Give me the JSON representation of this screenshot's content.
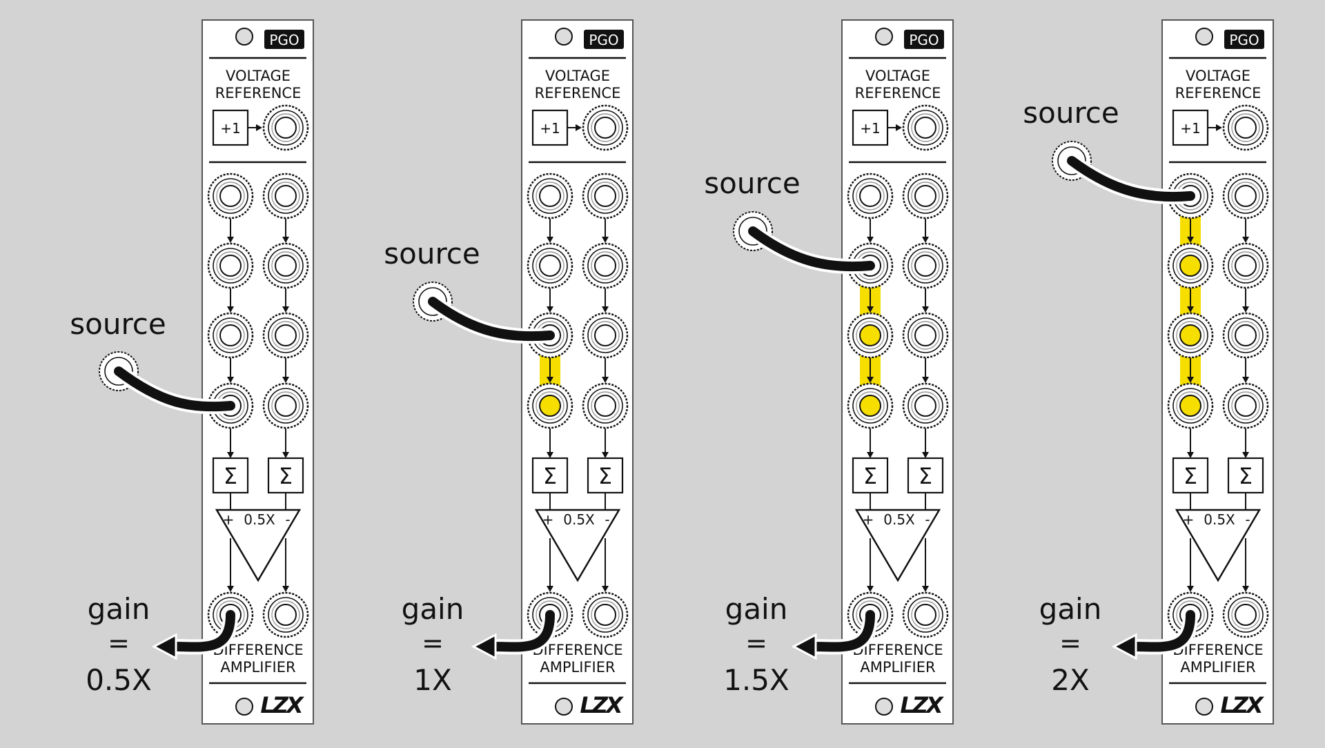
{
  "colors": {
    "background": "#d3d3d3",
    "panel": "#ffffff",
    "ink": "#111111",
    "highlight": "#f6de00",
    "cable": "#111111"
  },
  "module": {
    "badge": "PGO",
    "section_top_line1": "VOLTAGE",
    "section_top_line2": "REFERENCE",
    "ref_box_label": "+1",
    "sum_symbol": "Σ",
    "amp_plus": "+",
    "amp_gain": "0.5X",
    "amp_minus": "-",
    "section_bottom_line1": "DIFFERENCE",
    "section_bottom_line2": "AMPLIFIER",
    "logo": "LZX",
    "icons": [
      "led-icon",
      "jack-icon",
      "sum-icon",
      "amplifier-icon",
      "logo-icon"
    ]
  },
  "panels": [
    {
      "source_label": "source",
      "gain_label": "gain",
      "equals": "=",
      "gain_value": "0.5X",
      "patched_row": 4,
      "lit_rows": []
    },
    {
      "source_label": "source",
      "gain_label": "gain",
      "equals": "=",
      "gain_value": "1X",
      "patched_row": 3,
      "lit_rows": [
        4
      ]
    },
    {
      "source_label": "source",
      "gain_label": "gain",
      "equals": "=",
      "gain_value": "1.5X",
      "patched_row": 2,
      "lit_rows": [
        3,
        4
      ]
    },
    {
      "source_label": "source",
      "gain_label": "gain",
      "equals": "=",
      "gain_value": "2X",
      "patched_row": 1,
      "lit_rows": [
        2,
        3,
        4
      ]
    }
  ]
}
